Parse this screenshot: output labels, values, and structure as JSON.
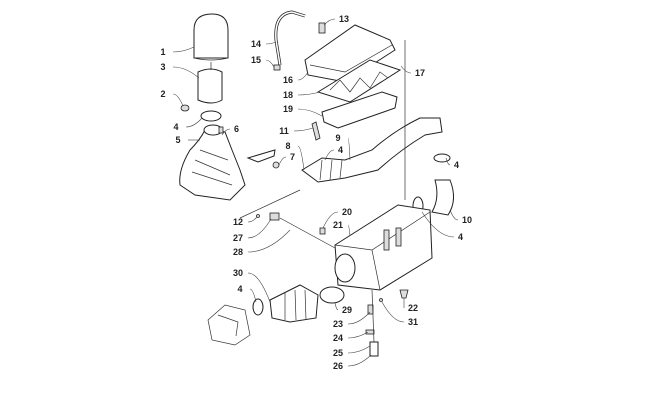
{
  "diagram": {
    "callouts": [
      "1",
      "3",
      "2",
      "4",
      "5",
      "6",
      "7",
      "8",
      "4",
      "9",
      "11",
      "19",
      "18",
      "16",
      "15",
      "14",
      "13",
      "17",
      "4",
      "10",
      "4",
      "20",
      "21",
      "12",
      "27",
      "28",
      "30",
      "4",
      "29",
      "23",
      "24",
      "25",
      "26",
      "22",
      "31"
    ]
  }
}
